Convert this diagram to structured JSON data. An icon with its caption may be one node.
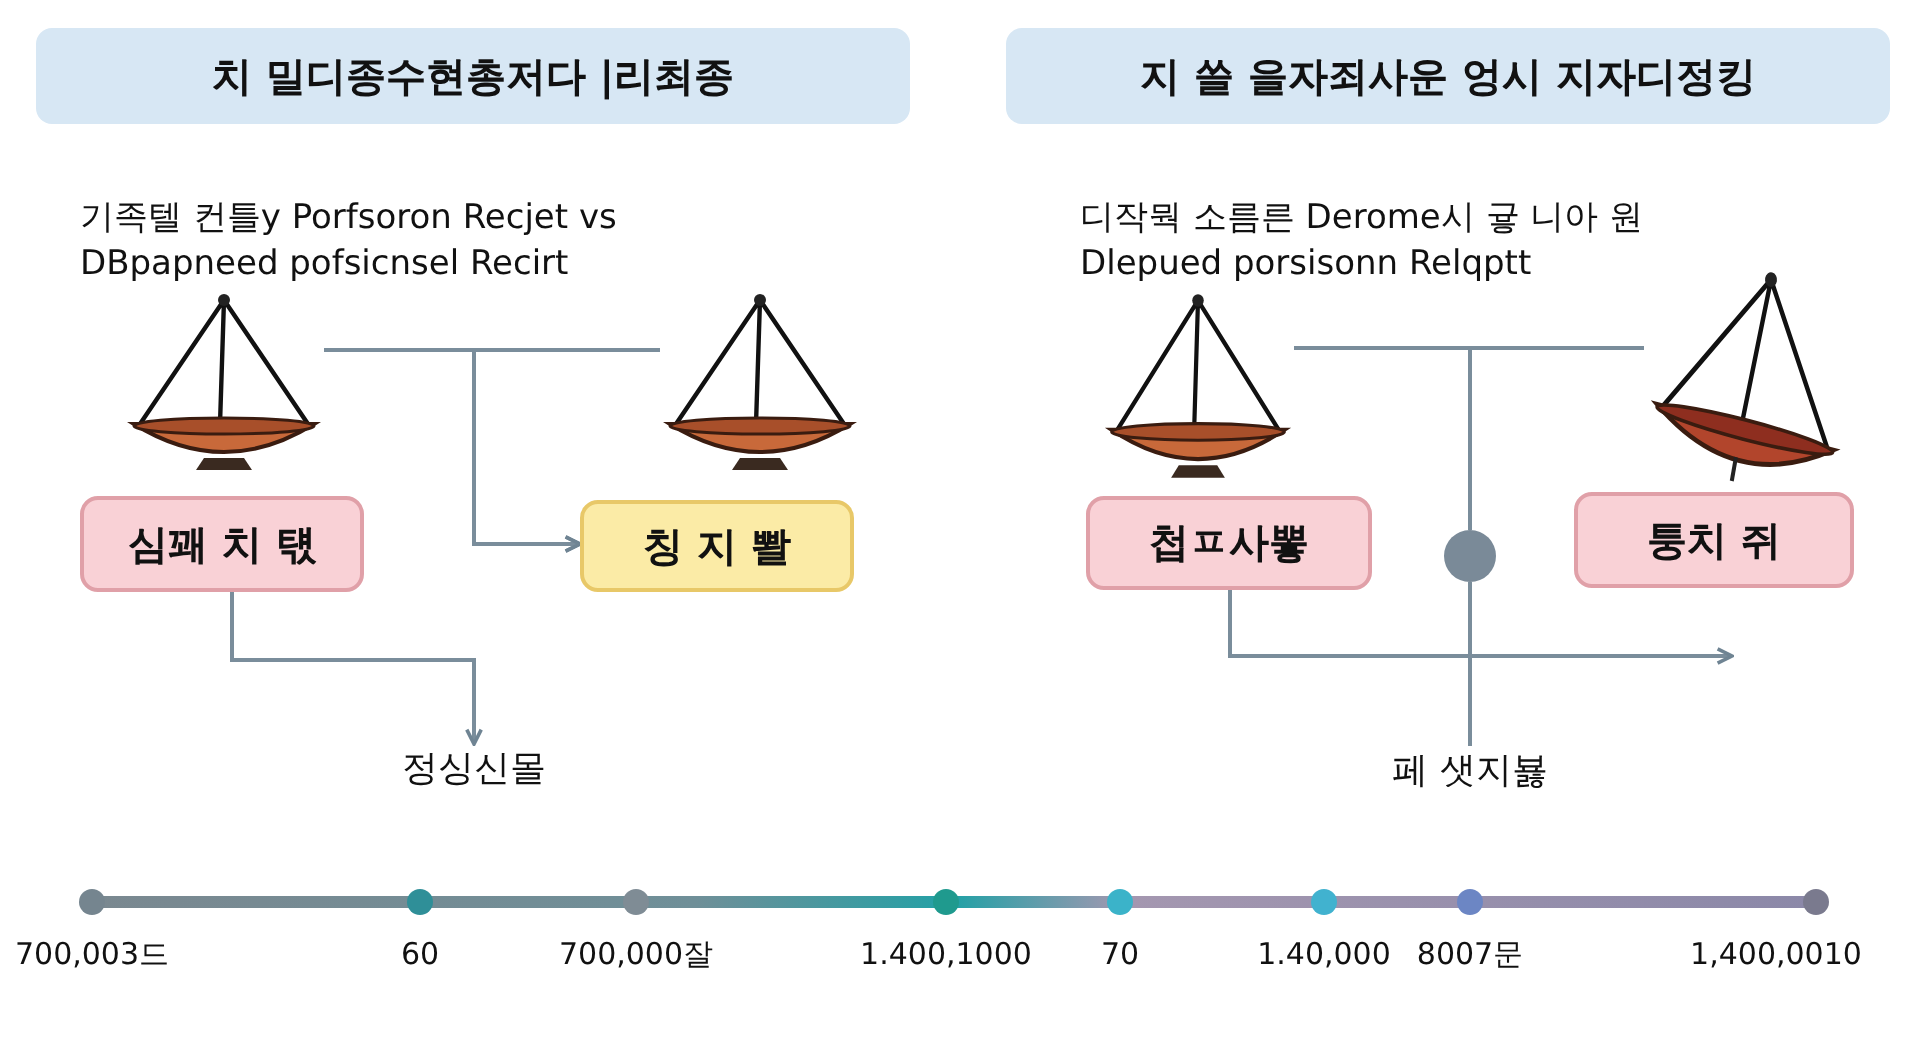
{
  "diagram": {
    "nodes": [
      {
        "text": [
          "치 밀디종수현총저다 |리최종"
        ]
      },
      {
        "text": [
          "지 쓸 을자죄사운 엉시 지자디정킹"
        ]
      },
      {
        "text": [],
        "shape": "picture"
      },
      {
        "text": [],
        "shape": "picture"
      },
      {
        "text": [
          "심꽤 치 턗"
        ]
      },
      {
        "text": [
          "칭 지 뽤"
        ]
      },
      {
        "text": [
          "정싱신몰"
        ]
      },
      {
        "text": [],
        "shape": "picture"
      },
      {
        "text": [],
        "shape": "picture"
      },
      {
        "text": [
          "첩ㅍ사뽛"
        ]
      },
      {
        "text": [],
        "shape": "circle"
      },
      {
        "text": [
          "퉁치 쥐"
        ]
      },
      {
        "text": [
          "페 샛지뵳"
        ]
      }
    ],
    "edges": [
      {
        "from": 2,
        "to": 5,
        "arrow": "to"
      },
      {
        "from": 3,
        "to": 5,
        "arrow": "to"
      },
      {
        "from": 4,
        "to": 6,
        "arrow": "to"
      },
      {
        "from": 7,
        "to": 10,
        "arrow": "none"
      },
      {
        "from": 8,
        "to": 10,
        "arrow": "none"
      },
      {
        "from": 10,
        "to": 12,
        "arrow": "none"
      },
      {
        "from": 9,
        "to": null,
        "arrow": "to"
      }
    ],
    "labels": [
      "기족텔 컨틀y Porfsoron Recjet vs DBpapneed pofsicnsel Recirt",
      "디작뭑 소름른 Derome시 귷 니아 원 Dlepued porsisonn Relqptt",
      "700,003드",
      "60",
      "700,000잘",
      "1.400,1000",
      "70",
      "1.40,000",
      "8007문",
      "1,400,0010"
    ]
  }
}
